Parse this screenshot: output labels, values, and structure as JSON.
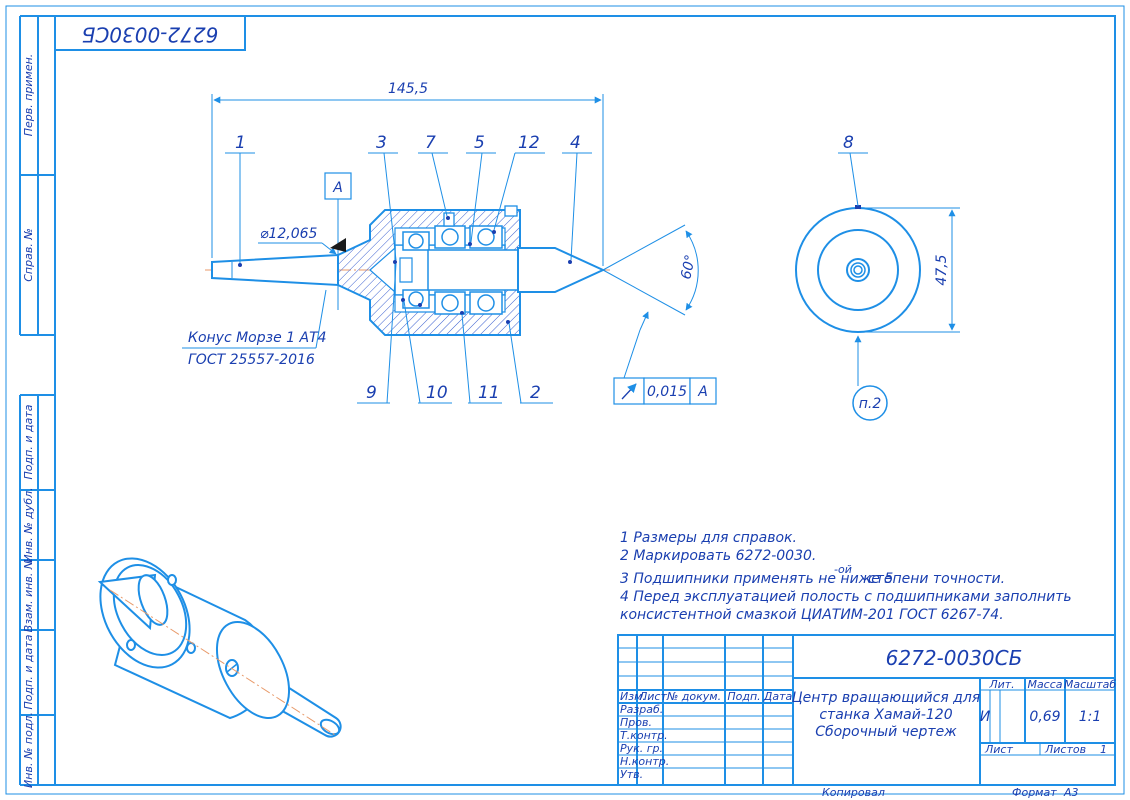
{
  "colors": {
    "line": "#1e8fe6",
    "text": "#1a3fb0",
    "hatch": "#3a5fd0",
    "axis": "#e89a6a"
  },
  "stamp_rotated": "6272-0030СБ",
  "side_labels": [
    "Перв. примен.",
    "Справ. №",
    "Подп. и дата",
    "Инв. № дубл.",
    "Взам. инв. №",
    "Подп. и дата",
    "Инв. № подл."
  ],
  "dims": {
    "overall_length": "145,5",
    "diameter": "⌀12,065",
    "angle": "60°",
    "side_diameter": "47,5"
  },
  "datum": "A",
  "taper_note": [
    "Конус Морзе 1 АТ4",
    "ГОСТ 25557-2016"
  ],
  "callouts_top": [
    "1",
    "3",
    "7",
    "5",
    "12",
    "4"
  ],
  "callouts_bottom": [
    "9",
    "10",
    "11",
    "2"
  ],
  "callout_side_top": "8",
  "callout_side_bottom": "п.2",
  "tolerance": {
    "value": "0,015",
    "datum": "A"
  },
  "notes": [
    "1 Размеры для справок.",
    "2 Маркировать 6272-0030.",
    "3 Подшипники применять не ниже 5",
    "степени точности.",
    "4 Перед эксплуатацией полость с подшипниками заполнить",
    "консистентной смазкой ЦИАТИМ-201 ГОСТ 6267-74."
  ],
  "note3_sup": "-ой",
  "title_block": {
    "designation": "6272-0030СБ",
    "name_lines": [
      "Центр вращающийся для",
      "станка Хамай-120",
      "Сборочный чертеж"
    ],
    "header_cols": [
      "Изм.",
      "Лист",
      "№ докум.",
      "Подп.",
      "Дата"
    ],
    "roles": [
      "Разраб.",
      "Пров.",
      "Т.контр.",
      "Рук. гр.",
      "Н.контр.",
      "Утв."
    ],
    "lit_label": "Лит.",
    "mass_label": "Масса",
    "scale_label": "Масштаб",
    "lit_value": "И",
    "mass_value": "0,69",
    "scale_value": "1:1",
    "sheet_label": "Лист",
    "sheets_label": "Листов",
    "sheets_value": "1"
  },
  "footer": {
    "copied": "Копировал",
    "format_label": "Формат",
    "format_value": "А3"
  }
}
